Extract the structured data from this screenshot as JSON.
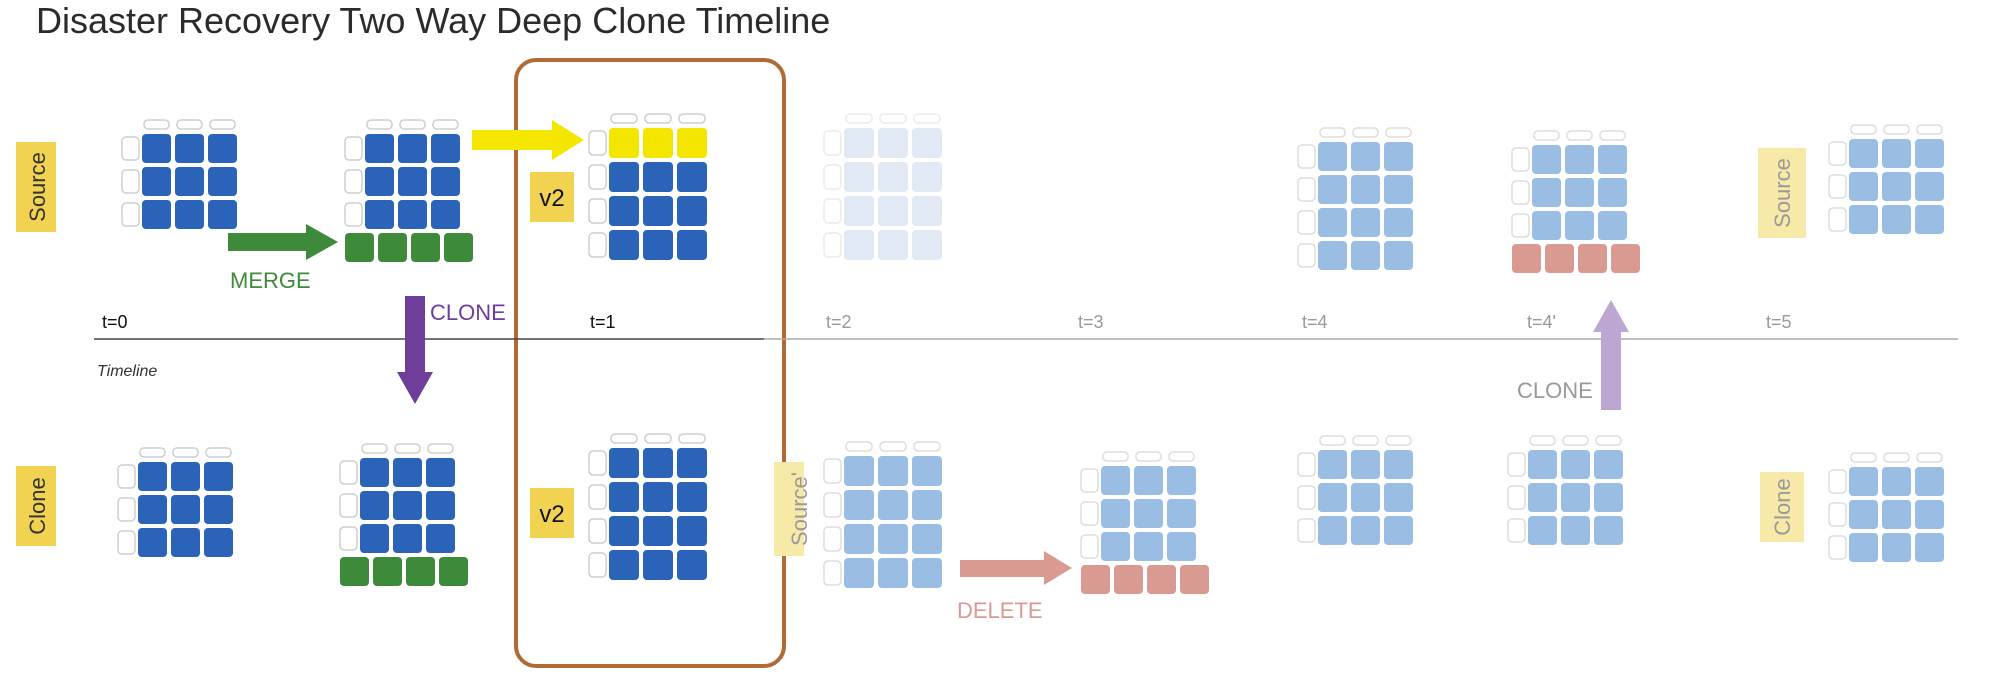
{
  "title": "Disaster Recovery Two Way Deep Clone Timeline",
  "timeline_label": "Timeline",
  "row_labels": {
    "source": "Source",
    "clone": "Clone",
    "source_prime": "Source'"
  },
  "version_label": "v2",
  "ticks": [
    "t=0",
    "t=1",
    "t=2",
    "t=3",
    "t=4",
    "t=4'",
    "t=5"
  ],
  "actions": {
    "merge": "MERGE",
    "clone_down": "CLONE",
    "delete": "DELETE",
    "clone_up": "CLONE"
  },
  "colors": {
    "blue": "#2a63b8",
    "light_blue": "#9abde4",
    "faint_blue": "#e1e9f5",
    "green": "#3c8a3a",
    "yellow": "#f5e600",
    "salmon": "#d99a92",
    "purple": "#6f3e9b",
    "light_purple": "#bca7d2",
    "tag_yellow": "#f2d351",
    "tag_light_yellow": "#f7e9a8",
    "highlight_box": "#b26a34",
    "axis": "#999999"
  }
}
